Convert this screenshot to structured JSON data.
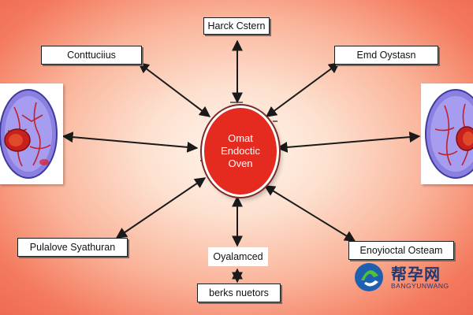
{
  "center": {
    "line1": "Omat",
    "line2": "Endoctic",
    "line3": "Oven"
  },
  "nodes": {
    "top": "Harck Cstern",
    "top_left": "Conttuciius",
    "top_right": "Emd Oystasn",
    "bottom_left": "Pulalove Syathuran",
    "bottom_right": "Enoyioctal Osteam",
    "bottom_mid": "Oyalamced",
    "bottom": "berks nuetors"
  },
  "images": {
    "left": "brain-scan-illustration",
    "right": "brain-scan-illustration"
  },
  "watermark": {
    "cn": "帮孕网",
    "en": "BANGYUNWANG"
  },
  "colors": {
    "center_fill": "#e52a20",
    "arrow": "#1a1a1a",
    "scan_vessel": "#c0202a",
    "scan_tissue": "#7a6fd6"
  }
}
